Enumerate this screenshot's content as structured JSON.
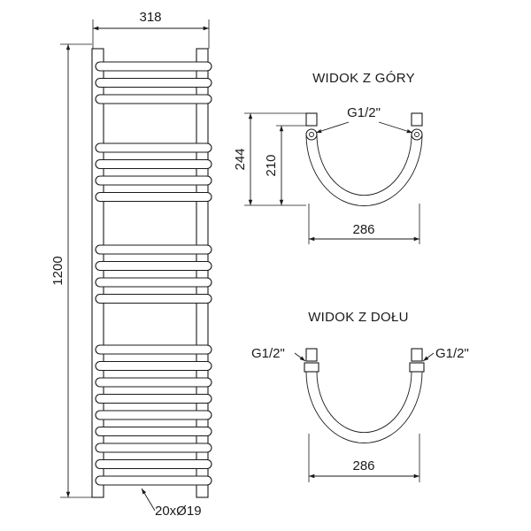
{
  "front_view": {
    "width_label": "318",
    "height_label": "1200",
    "tube_label": "20xØ19",
    "bar_groups": [
      3,
      4,
      4,
      9
    ]
  },
  "top_view": {
    "title": "WIDOK Z GÓRY",
    "connection_label": "G1/2\"",
    "depth_outer_label": "244",
    "depth_inner_label": "210",
    "width_label": "286"
  },
  "bottom_view": {
    "title": "WIDOK Z DOŁU",
    "connection_label_left": "G1/2\"",
    "connection_label_right": "G1/2\"",
    "width_label": "286"
  },
  "colors": {
    "line": "#1a1a1a",
    "background": "#ffffff"
  }
}
